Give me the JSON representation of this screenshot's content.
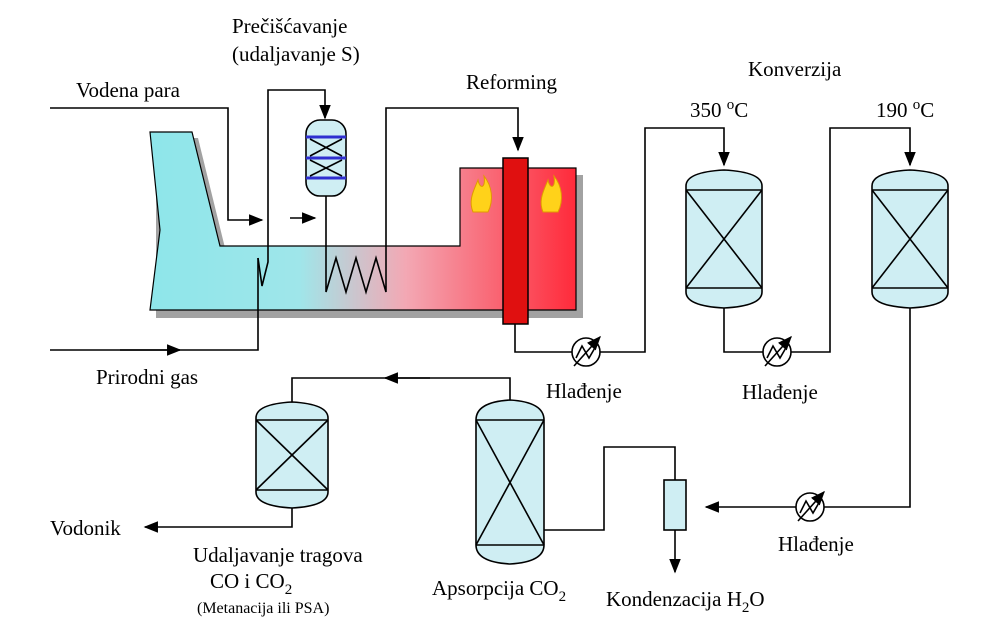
{
  "labels": {
    "precisc_1": "Prečišćavanje",
    "precisc_2": "(udaljavanje S)",
    "vodena_para": "Vodena para",
    "reforming": "Reforming",
    "konverzija": "Konverzija",
    "temp_350_num": "350 ",
    "temp_350_unit": "C",
    "temp_190_num": "190 ",
    "temp_190_unit": "C",
    "degree": "o",
    "prirodni_gas": "Prirodni gas",
    "hladjenje_1": "Hlađenje",
    "hladjenje_2": "Hlađenje",
    "hladjenje_3": "Hlađenje",
    "vodonik": "Vodonik",
    "udalj_1": "Udaljavanje tragova",
    "udalj_2_a": "CO i CO",
    "udalj_3": "(Metanacija ili PSA)",
    "apsorpcija_a": "Apsorpcija CO",
    "kondenzacija_a": "Kondenzacija H",
    "kondenzacija_b": "O",
    "sub_2": "2"
  },
  "colors": {
    "furnace_cool": "#8ee6ea",
    "furnace_hot": "#ff2a3a",
    "reformer_tube": "#e01010",
    "flame": "#ffd21a",
    "vessel_fill": "#cfeef3",
    "vessel_band": "#2f2fd0"
  },
  "icons": {
    "heat_exchanger": "heat-exchanger-icon",
    "flame": "flame-icon",
    "arrow": "flow-arrow-icon"
  }
}
